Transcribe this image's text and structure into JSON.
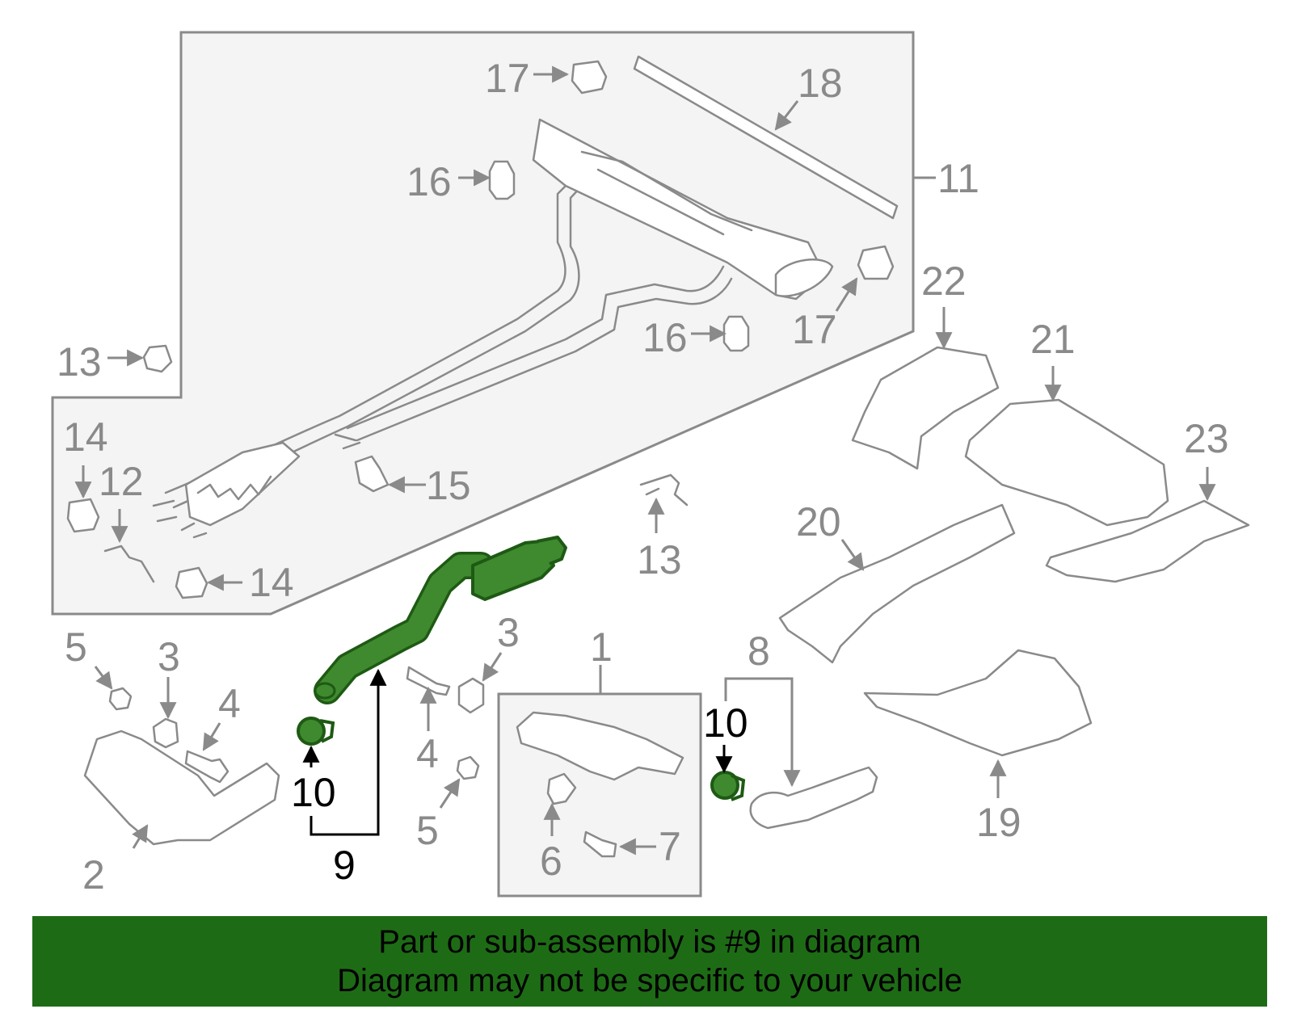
{
  "colors": {
    "highlight": "#3f8a2e",
    "highlight_dark": "#1e5a14",
    "line_gray": "#8a8a8a",
    "box_fill": "#f4f4f4",
    "banner": "#1e6b16"
  },
  "labels": {
    "l1": "1",
    "l2": "2",
    "l3a": "3",
    "l3b": "3",
    "l4a": "4",
    "l4b": "4",
    "l5a": "5",
    "l5b": "5",
    "l6": "6",
    "l7": "7",
    "l8": "8",
    "l9": "9",
    "l10a": "10",
    "l10b": "10",
    "l11": "11",
    "l12": "12",
    "l13a": "13",
    "l13b": "13",
    "l14a": "14",
    "l14b": "14",
    "l15": "15",
    "l16a": "16",
    "l16b": "16",
    "l17a": "17",
    "l17b": "17",
    "l18": "18",
    "l19": "19",
    "l20": "20",
    "l21": "21",
    "l22": "22",
    "l23": "23"
  },
  "banner": {
    "line1": "Part or sub-assembly is #9 in diagram",
    "line2": "Diagram may not be specific to your vehicle"
  }
}
